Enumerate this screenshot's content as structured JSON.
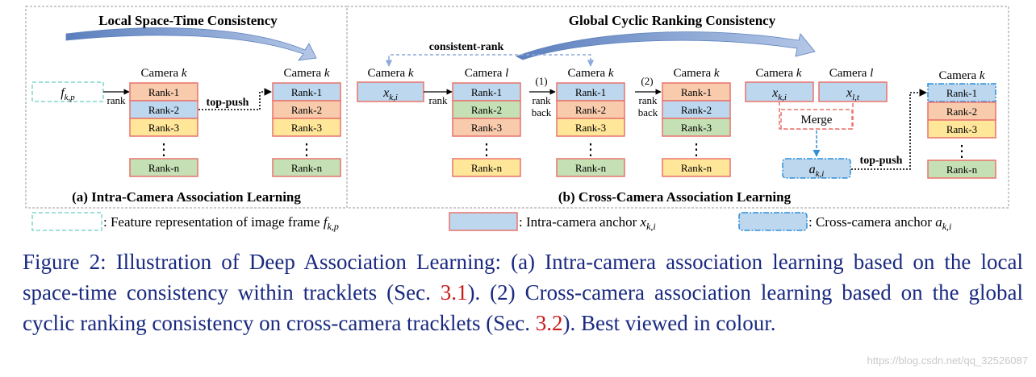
{
  "panel_a": {
    "heading": "Local Space-Time Consistency",
    "camera1": "Camera ",
    "camera2": "Camera ",
    "cam_sub": "k",
    "feature_base": "f",
    "feature_sub": "k,p",
    "rank_arrow": "rank",
    "top_push": "top-push",
    "list1": [
      "Rank-1",
      "Rank-2",
      "Rank-3",
      "Rank-n"
    ],
    "list2": [
      "Rank-1",
      "Rank-2",
      "Rank-3",
      "Rank-n"
    ],
    "dots": "⋮",
    "caption": "(a) Intra-Camera Association Learning"
  },
  "panel_b": {
    "heading": "Global Cyclic Ranking Consistency",
    "consistent_rank": "consistent-rank",
    "camera_word": "Camera ",
    "cam_k": "k",
    "cam_l": "l",
    "anchor_x": "x",
    "anchor_x_sub": "k,i",
    "anchor_xl_sub": "l,t",
    "anchor_a": "a",
    "anchor_a_sub": "k,i",
    "rank_label": "rank",
    "step1": "(1)",
    "step2": "(2)",
    "rank_word": "rank",
    "back_word": "back",
    "merge": "Merge",
    "top_push": "top-push",
    "list_l": [
      "Rank-1",
      "Rank-2",
      "Rank-3",
      "Rank-n"
    ],
    "list_k1": [
      "Rank-1",
      "Rank-2",
      "Rank-3",
      "Rank-n"
    ],
    "list_k2": [
      "Rank-1",
      "Rank-2",
      "Rank-3",
      "Rank-n"
    ],
    "list_final": [
      "Rank-1",
      "Rank-2",
      "Rank-3",
      "Rank-n"
    ],
    "dots": "⋮",
    "caption": "(b) Cross-Camera Association Learning"
  },
  "legend": {
    "feature_text": ": Feature representation of image frame ",
    "feature_base": "f",
    "feature_sub": "k,p",
    "intra_text": ": Intra-camera anchor ",
    "intra_base": "x",
    "intra_sub": "k,i",
    "cross_text": ": Cross-camera anchor ",
    "cross_base": "a",
    "cross_sub": "k,i"
  },
  "caption": {
    "part1": "Figure 2: Illustration of Deep Association Learning: (a) Intra-camera association learning based on the local space-time consistency within tracklets (Sec. ",
    "ref1": "3.1",
    "part2": "). (2) Cross-camera association learning based on the global cyclic ranking consistency on cross-camera tracklets (Sec. ",
    "ref2": "3.2",
    "part3": "). Best viewed in colour."
  },
  "watermark": "https://blog.csdn.net/qq_32526087",
  "colors": {
    "blue": "#bdd7ee",
    "orange": "#f8cbad",
    "green": "#c5e0b4",
    "yellow": "#ffe699",
    "red_border": "#e8736c",
    "arc": "#8ea9db",
    "cyan_dash": "#7fd6cf",
    "anchor_dash": "#2e8fd8",
    "caption_text": "#1a2a80",
    "ref": "#c81a1a"
  }
}
